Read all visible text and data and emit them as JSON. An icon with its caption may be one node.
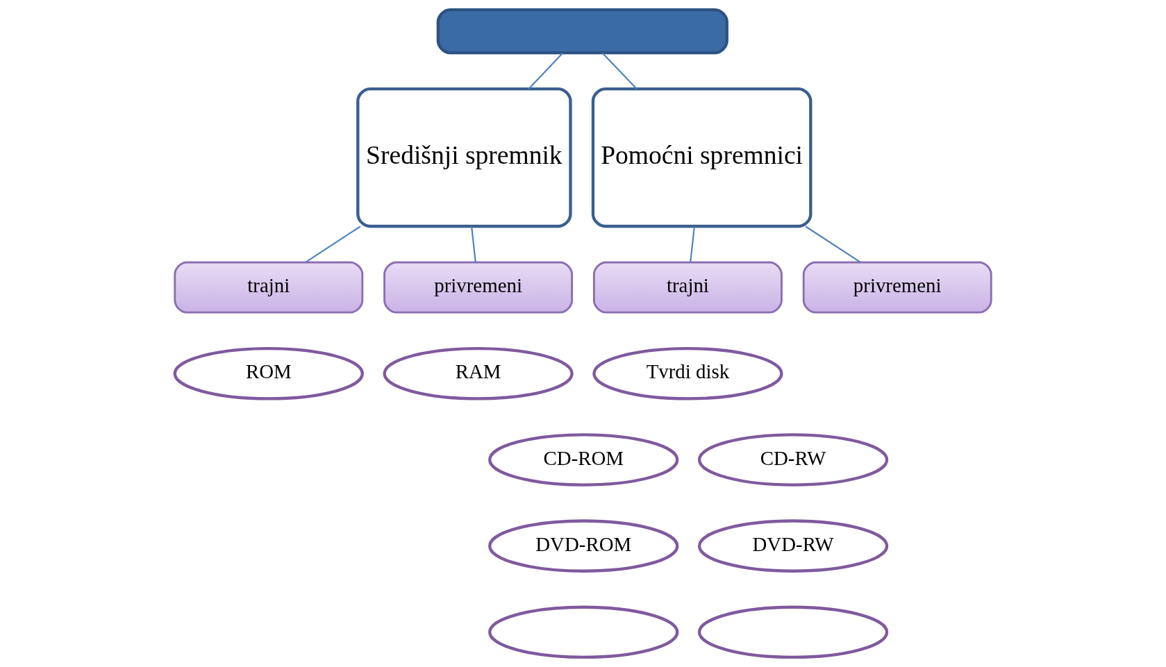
{
  "diagram": {
    "nodes": [
      {
        "text": [],
        "shape": "box"
      },
      {
        "text": [
          "Središnji spremnik"
        ]
      },
      {
        "text": [
          "Pomoćni spremnici"
        ]
      },
      {
        "text": [
          "trajni"
        ]
      },
      {
        "text": [
          "privremeni"
        ]
      },
      {
        "text": [
          "trajni"
        ]
      },
      {
        "text": [
          "privremeni"
        ]
      },
      {
        "text": [
          "ROM"
        ]
      },
      {
        "text": [
          "RAM"
        ]
      },
      {
        "text": [
          "Tvrdi disk"
        ]
      },
      {
        "text": [
          "CD-ROM"
        ]
      },
      {
        "text": [
          "CD-RW"
        ]
      },
      {
        "text": [
          "DVD-ROM"
        ]
      },
      {
        "text": [
          "DVD-RW"
        ]
      },
      {
        "text": [],
        "shape": "oval"
      },
      {
        "text": [],
        "shape": "oval"
      }
    ],
    "edges": [
      {
        "from": 0,
        "to": 1,
        "arrow": "none"
      },
      {
        "from": 0,
        "to": 2,
        "arrow": "none"
      },
      {
        "from": 1,
        "to": 3,
        "arrow": "none"
      },
      {
        "from": 1,
        "to": 4,
        "arrow": "none"
      },
      {
        "from": 2,
        "to": 5,
        "arrow": "none"
      },
      {
        "from": 2,
        "to": 6,
        "arrow": "none"
      }
    ]
  }
}
